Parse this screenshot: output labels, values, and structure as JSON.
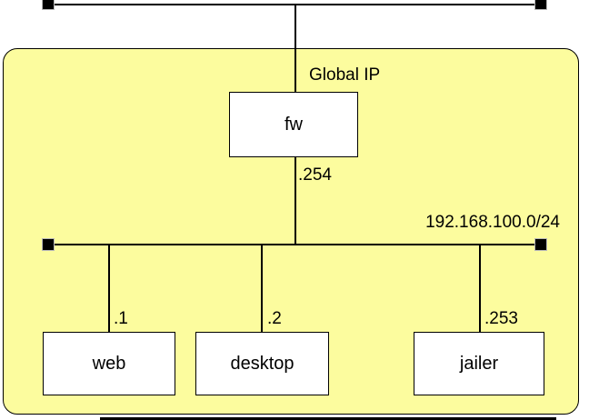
{
  "colors": {
    "zone_fill": "#fcfc9e",
    "line": "#000000",
    "node_fill": "#ffffff"
  },
  "network": {
    "upstream_label": "Global IP",
    "lan": {
      "subnet_label": "192.168.100.0/24",
      "gateway": {
        "name": "fw",
        "ip_suffix": ".254"
      },
      "hosts": [
        {
          "name": "web",
          "ip_suffix": ".1"
        },
        {
          "name": "desktop",
          "ip_suffix": ".2"
        },
        {
          "name": "jailer",
          "ip_suffix": ".253"
        }
      ]
    }
  }
}
